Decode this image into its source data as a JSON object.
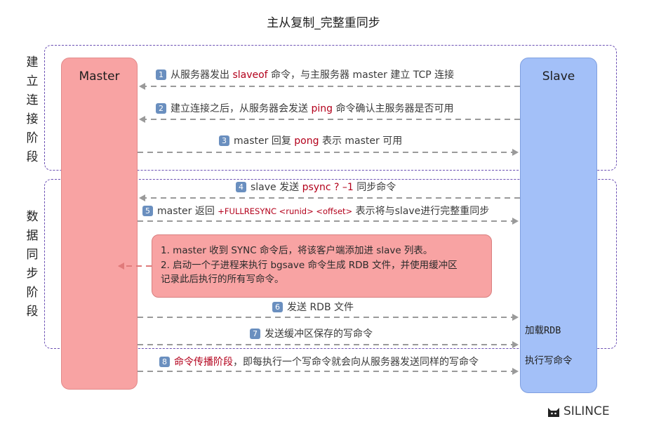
{
  "title": "主从复制_完整重同步",
  "phases": {
    "connect_label": [
      "建",
      "立",
      "连",
      "接",
      "阶",
      "段"
    ],
    "sync_label": [
      "数",
      "据",
      "同",
      "步",
      "阶",
      "段"
    ]
  },
  "lanes": {
    "master": "Master",
    "slave": "Slave"
  },
  "messages": {
    "m1": {
      "num": "1",
      "pre": "从服务器发出 ",
      "hl": "slaveof",
      "post": " 命令，与主服务器 master 建立 TCP 连接"
    },
    "m2": {
      "num": "2",
      "pre": "建立连接之后，从服务器会发送 ",
      "hl": "ping",
      "post": " 命令确认主服务器是否可用"
    },
    "m3": {
      "num": "3",
      "pre": "master 回复 ",
      "hl": "pong",
      "post": " 表示 master 可用"
    },
    "m4": {
      "num": "4",
      "pre": "slave 发送 ",
      "hl": "psync ? –1",
      "post": " 同步命令"
    },
    "m5": {
      "num": "5",
      "pre": "master 返回 ",
      "hl": "+FULLRESYNC <runid> <offset>",
      "post": " 表示将与slave进行完整重同步"
    },
    "m6": {
      "num": "6",
      "text": "发送 RDB 文件"
    },
    "m7": {
      "num": "7",
      "text": "发送缓冲区保存的写命令"
    },
    "m8": {
      "num": "8",
      "hl": "命令传播阶段",
      "post": "，即每执行一个写命令就会向从服务器发送同样的写命令"
    }
  },
  "note_lines": [
    "1. master 收到 SYNC 命令后，将该客户端添加进 slave 列表。",
    "2. 启动一个子进程来执行 bgsave 命令生成 RDB 文件，并使用缓冲区",
    "记录此后执行的所有写命令。"
  ],
  "slave_actions": {
    "load_rdb": "加载RDB",
    "exec_write": "执行写命令"
  },
  "watermark": "SILINCE",
  "colors": {
    "master_lane": "#f8a3a3",
    "slave_lane": "#a3c0f8",
    "phase_border": "#6b4fb3",
    "highlight": "#b3001b",
    "arrow": "#9a9a9a",
    "number_badge": "#6a8fbf"
  }
}
